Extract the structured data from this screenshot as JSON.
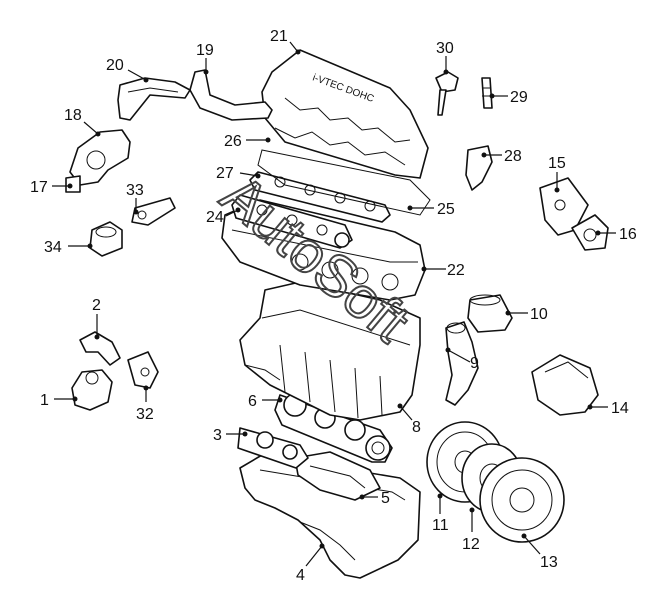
{
  "diagram": {
    "cylinder_head_cover_text": "i-VTEC DOHC",
    "watermark": "AutoSoft",
    "callouts": [
      {
        "id": "callout-1",
        "label": "1"
      },
      {
        "id": "callout-2",
        "label": "2"
      },
      {
        "id": "callout-3",
        "label": "3"
      },
      {
        "id": "callout-4",
        "label": "4"
      },
      {
        "id": "callout-5",
        "label": "5"
      },
      {
        "id": "callout-6",
        "label": "6"
      },
      {
        "id": "callout-8",
        "label": "8"
      },
      {
        "id": "callout-9",
        "label": "9"
      },
      {
        "id": "callout-10",
        "label": "10"
      },
      {
        "id": "callout-11",
        "label": "11"
      },
      {
        "id": "callout-12",
        "label": "12"
      },
      {
        "id": "callout-13",
        "label": "13"
      },
      {
        "id": "callout-14",
        "label": "14"
      },
      {
        "id": "callout-15",
        "label": "15"
      },
      {
        "id": "callout-16",
        "label": "16"
      },
      {
        "id": "callout-17",
        "label": "17"
      },
      {
        "id": "callout-18",
        "label": "18"
      },
      {
        "id": "callout-19",
        "label": "19"
      },
      {
        "id": "callout-20",
        "label": "20"
      },
      {
        "id": "callout-21",
        "label": "21"
      },
      {
        "id": "callout-22",
        "label": "22"
      },
      {
        "id": "callout-24",
        "label": "24"
      },
      {
        "id": "callout-25",
        "label": "25"
      },
      {
        "id": "callout-26",
        "label": "26"
      },
      {
        "id": "callout-27",
        "label": "27"
      },
      {
        "id": "callout-28",
        "label": "28"
      },
      {
        "id": "callout-29",
        "label": "29"
      },
      {
        "id": "callout-30",
        "label": "30"
      },
      {
        "id": "callout-32",
        "label": "32"
      },
      {
        "id": "callout-33",
        "label": "33"
      },
      {
        "id": "callout-34",
        "label": "34"
      }
    ]
  }
}
